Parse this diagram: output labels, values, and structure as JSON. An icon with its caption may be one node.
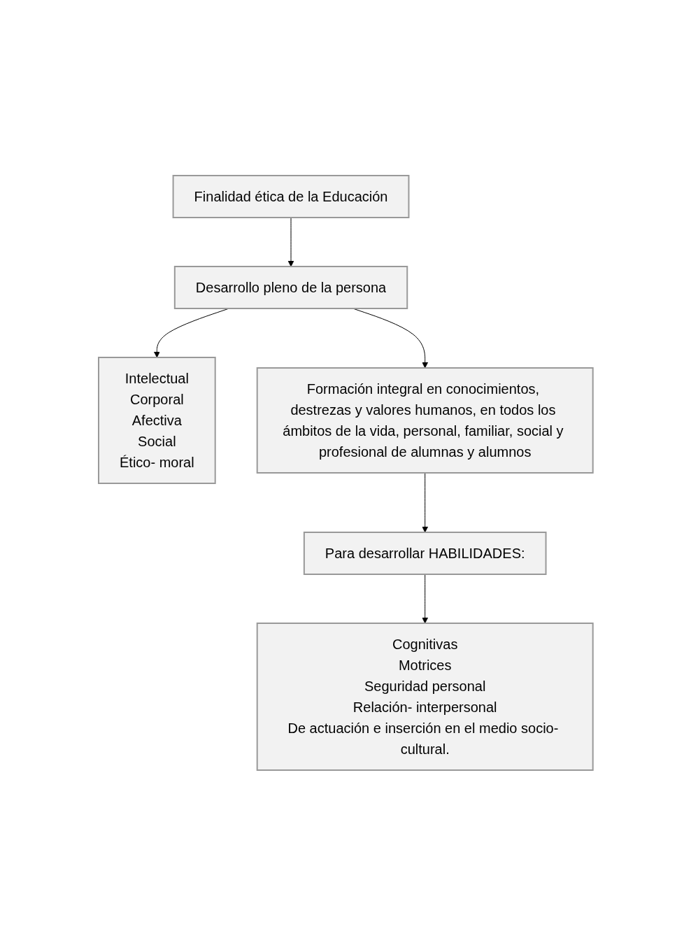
{
  "diagram": {
    "nodes": [
      {
        "text": [
          "Finalidad ética de la Educación"
        ]
      },
      {
        "text": [
          "Desarrollo pleno de la persona"
        ]
      },
      {
        "text": [
          "Intelectual",
          "Corporal",
          "Afectiva",
          "Social",
          "Ético- moral"
        ]
      },
      {
        "text": [
          "Formación integral en conocimientos, destrezas y valores humanos, en todos los ámbitos de la vida, personal, familiar, social y profesional de alumnas y alumnos"
        ]
      },
      {
        "text": [
          "Para desarrollar HABILIDADES:"
        ]
      },
      {
        "text": [
          "Cognitivas",
          "Motrices",
          "Seguridad personal",
          "Relación- interpersonal",
          "De actuación e inserción en el medio socio- cultural."
        ]
      }
    ],
    "edges": [
      {
        "from": 0,
        "to": 1,
        "arrow": "to"
      },
      {
        "from": 1,
        "to": 2,
        "arrow": "to"
      },
      {
        "from": 1,
        "to": 3,
        "arrow": "to"
      },
      {
        "from": 3,
        "to": 4,
        "arrow": "to"
      },
      {
        "from": 4,
        "to": 5,
        "arrow": "to"
      }
    ]
  }
}
